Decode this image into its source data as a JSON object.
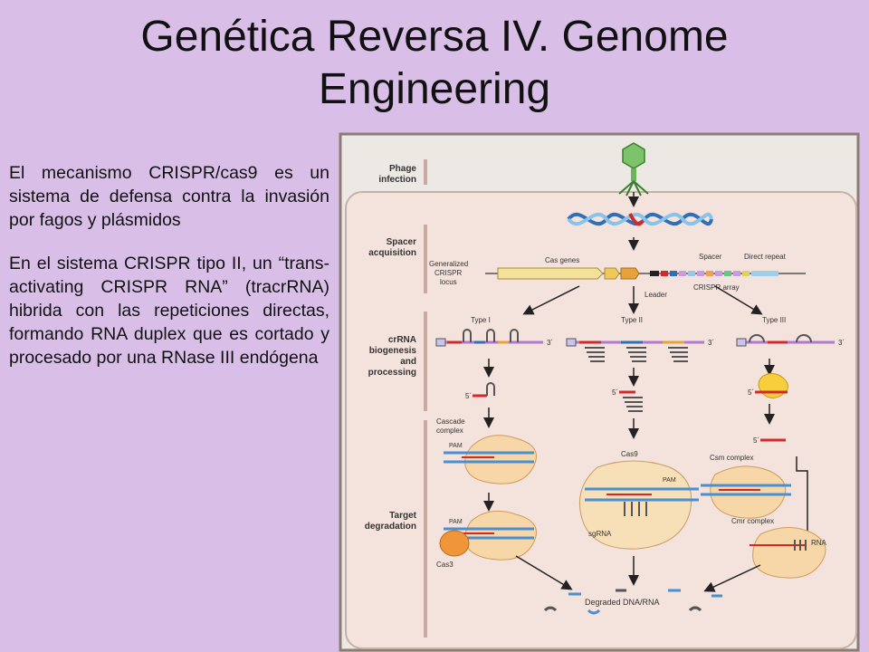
{
  "slide": {
    "title_line1": "Genética Reversa IV. Genome",
    "title_line2": "Engineering",
    "paragraph1": "El mecanismo CRISPR/cas9 es un sistema de defensa contra la invasión por fagos y plásmidos",
    "paragraph2": "En el sistema CRISPR tipo II, un “trans-activating CRISPR RNA” (tracrRNA) hibrida con las repeticiones directas, formando RNA duplex que es cortado y procesado por una RNase III endógena"
  },
  "figure": {
    "stages": {
      "phage": [
        "Phage",
        "infection"
      ],
      "spacer": [
        "Spacer",
        "acquisition"
      ],
      "crrna": [
        "crRNA",
        "biogenesis",
        "and",
        "processing"
      ],
      "target": [
        "Target",
        "degradation"
      ]
    },
    "locus_label": [
      "Generalized",
      "CRISPR",
      "locus"
    ],
    "cas_genes": "Cas genes",
    "spacer": "Spacer",
    "direct_repeat": "Direct repeat",
    "crispr_array": "CRISPR array",
    "leader": "Leader",
    "type1": "Type I",
    "type2": "Type II",
    "type3": "Type III",
    "cascade": [
      "Cascade",
      "complex"
    ],
    "cas9": "Cas9",
    "csm": "Csm complex",
    "cmr": "Cmr complex",
    "pam": "PAM",
    "sgrna": "sgRNA",
    "cas3": "Cas3",
    "rna": "RNA",
    "degraded": "Degraded DNA/RNA",
    "five": "5´",
    "three": "3´"
  }
}
